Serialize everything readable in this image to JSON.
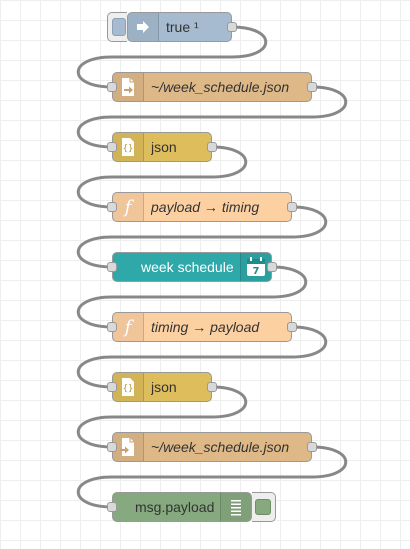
{
  "flow": {
    "nodes": [
      {
        "id": "inject",
        "type": "inject",
        "label": "true ¹",
        "italic": false,
        "color": "#a6bbcf",
        "icon": "arrow-in-icon"
      },
      {
        "id": "file-in",
        "type": "file-in",
        "label": "~/week_schedule.json",
        "italic": true,
        "color": "#deb887",
        "icon": "file-in-icon"
      },
      {
        "id": "json-1",
        "type": "json",
        "label": "json",
        "italic": false,
        "color": "#debd5c",
        "icon": "json-braces-icon"
      },
      {
        "id": "fn-1",
        "type": "function",
        "label": "payload → timing",
        "italic": true,
        "color": "#fdd0a2",
        "icon": "function-icon"
      },
      {
        "id": "schedule",
        "type": "week-schedule",
        "label": "week schedule",
        "italic": false,
        "color": "#2ea8a8",
        "icon": "calendar-icon",
        "icon_text": "7"
      },
      {
        "id": "fn-2",
        "type": "function",
        "label": "timing → payload",
        "italic": true,
        "color": "#fdd0a2",
        "icon": "function-icon"
      },
      {
        "id": "json-2",
        "type": "json",
        "label": "json",
        "italic": false,
        "color": "#debd5c",
        "icon": "json-braces-icon"
      },
      {
        "id": "file-out",
        "type": "file-out",
        "label": "~/week_schedule.json",
        "italic": true,
        "color": "#deb887",
        "icon": "file-out-icon"
      },
      {
        "id": "debug",
        "type": "debug",
        "label": "msg.payload",
        "italic": false,
        "color": "#87a980",
        "icon": "list-icon"
      }
    ],
    "wire_color": "#888888"
  }
}
